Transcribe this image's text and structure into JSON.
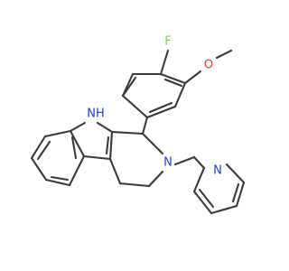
{
  "structure": {
    "atoms": [
      {
        "id": "F",
        "text": "F",
        "color": "#8bc34a"
      },
      {
        "id": "O",
        "text": "O",
        "color": "#e53935"
      },
      {
        "id": "NH",
        "text": "NH",
        "color": "#1e3fd9"
      },
      {
        "id": "N2",
        "text": "N",
        "color": "#1e3fd9"
      },
      {
        "id": "NP",
        "text": "N",
        "color": "#1e3fd9"
      }
    ],
    "bond_color": "#3a3a3a",
    "background": "#ffffff"
  }
}
